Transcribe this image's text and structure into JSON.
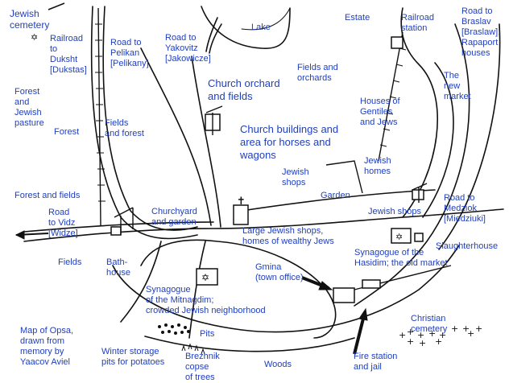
{
  "colors": {
    "ink": "#111111",
    "label": "#1f3fbf",
    "background": "#ffffff"
  },
  "icons": [
    "church-icon",
    "star-of-david-icon",
    "well-icon",
    "railroad-station-icon",
    "arrow-icon",
    "cross-icon"
  ],
  "labels": {
    "jewish_cemetery": "Jewish\ncemetery",
    "railroad_dukasht": "Railroad\nto\nDuksht\n[Dukstas]",
    "road_pelikan": "Road to\nPelikan\n[Pelikany]",
    "road_yakovitz": "Road to\nYakovitz\n[Jakowicze]",
    "lake": "Lake",
    "estate": "Estate",
    "railroad_station": "Railroad\nstation",
    "road_braslav": "Road to\nBraslav\n[Braslaw];\nRapaport\nhouses",
    "fields_orchards": "Fields and\norchards",
    "church_orchard": "Church orchard\nand fields",
    "the_new_market": "The\nnew\nmarket",
    "forest_pasture": "Forest\nand\nJewish\npasture",
    "forest": "Forest",
    "fields_forest": "Fields\nand forest",
    "houses_gentiles_jews": "Houses of\nGentiles\nand Jews",
    "church_buildings": "Church buildings and\narea for horses and\nwagons",
    "jewish_homes": "Jewish\nhomes",
    "jewish_shops_1": "Jewish\nshops",
    "garden": "Garden",
    "forest_fields": "Forest and fields",
    "road_mezdiok": "Road to\nMedziok\n[Miedziuki]",
    "road_vidz": "Road\nto Vidz\n[Widze]",
    "churchyard": "Churchyard\nand garden",
    "jewish_shops_2": "Jewish shops",
    "large_shops": "Large Jewish shops,\nhomes of wealthy Jews",
    "slaughterhouse": "Slaughterhouse",
    "fields": "Fields",
    "bathhouse": "Bath-\nhouse",
    "gmina": "Gmina\n(town office)",
    "synagogue_hasidim": "Synagogue of the\nHasidim; the old market",
    "synagogue_mitnagdim": "Synagogue\nof the Mitnagdim;\ncrowded Jewish neighborhood",
    "christian_cemetery": "Christian\ncemetery",
    "map_credit": "Map of Opsa,\ndrawn from\nmemory by\nYaacov Aviel",
    "pits": "Pits",
    "winter_pits": "Winter storage\npits for potatoes",
    "brezhnik": "Brezhnik\ncopse\nof trees",
    "woods": "Woods",
    "fire_station": "Fire station\nand jail"
  }
}
